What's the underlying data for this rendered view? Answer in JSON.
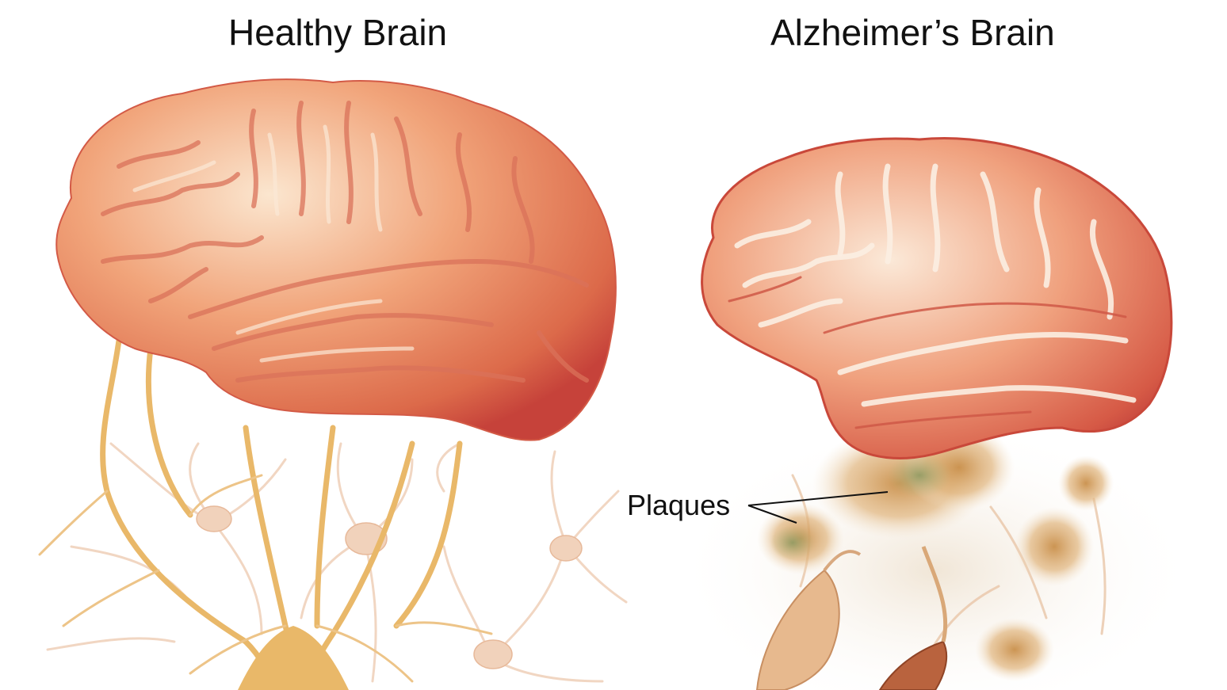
{
  "titles": {
    "healthy": "Healthy Brain",
    "alzheimers": "Alzheimer’s Brain"
  },
  "labels": {
    "plaques": "Plaques"
  },
  "colors": {
    "background": "#ffffff",
    "brain_light": "#f6c9a8",
    "brain_mid": "#e98a5f",
    "brain_dark": "#c9483a",
    "neuron": "#e9b869",
    "neuron_faint": "#f1d6c2",
    "plaque": "#d9a15c",
    "plaque_green": "#9aa36a",
    "text": "#111111"
  }
}
